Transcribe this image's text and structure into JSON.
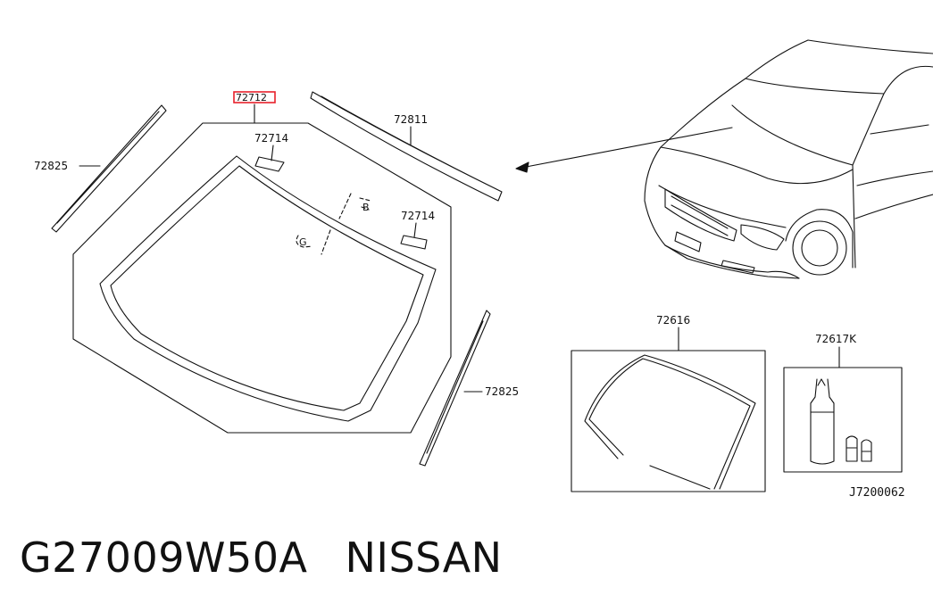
{
  "diagram": {
    "labels": {
      "highlighted_part": "72712",
      "molding_left": "72825",
      "molding_right": "72825",
      "spacer_left": "72714",
      "spacer_right": "72714",
      "molding_top": "72811",
      "dam_kit": "72616",
      "adhesive_kit": "72617K",
      "zone_b": "B",
      "zone_g": "G"
    },
    "highlight_color": "#e8212b",
    "drawing_code": "J7200062"
  },
  "caption": {
    "part_number": "G27009W50A",
    "brand": "NISSAN"
  }
}
